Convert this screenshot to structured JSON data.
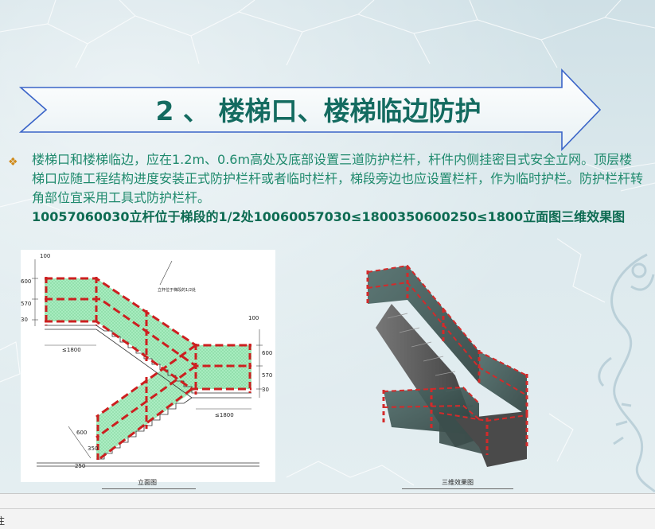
{
  "slide": {
    "title": "2 、 楼梯口、楼梯临边防护",
    "bullet_icon": "diamond-bullet",
    "body": "楼梯口和楼梯临边，应在1.2m、0.6m高处及底部设置三道防护栏杆，杆件内侧挂密目式安全立网。顶层楼梯口应随工程结构进度安装正式防护栏杆或者临时栏杆，梯段旁边也应设置栏杆，作为临时护栏。防护栏杆转角部位宜采用工具式防护栏杆。",
    "body_bold": "10057060030立杆位于梯段的1/2处10060057030≤1800350600250≤1800立面图三维效果图"
  },
  "figure_left": {
    "caption": "立面图",
    "note": "立杆位于梯段的1/2处",
    "dims": {
      "top": "100",
      "h600": "600",
      "h570": "570",
      "h30": "30",
      "span1": "≤1800",
      "r100": "100",
      "r600": "600",
      "r570": "570",
      "r30": "30",
      "span2": "≤1800",
      "l600": "600",
      "l350": "350",
      "l250": "250"
    }
  },
  "figure_right": {
    "caption": "三维效果图"
  },
  "status": {
    "label": "注"
  },
  "colors": {
    "title": "#146b60",
    "body": "#1f8a6d",
    "rail": "#cc1f1f",
    "net": "#9fe6b4"
  }
}
